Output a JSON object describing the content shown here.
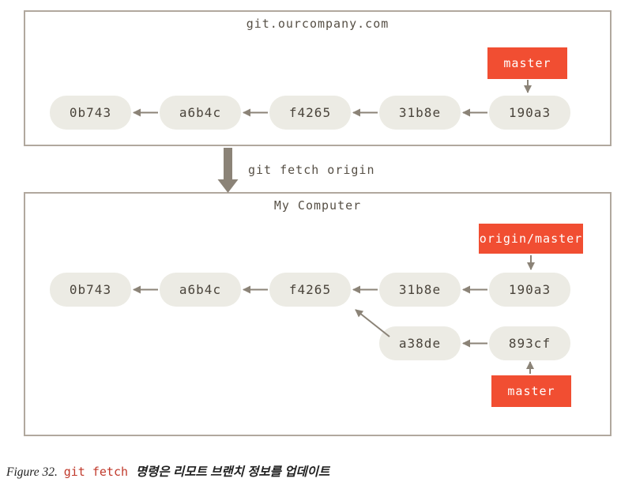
{
  "colors": {
    "accent": "#f14e32",
    "commit_fill": "#ecebe4",
    "commit_text": "#4a443b",
    "arrow": "#8b8377",
    "box_border": "#b1a89e",
    "title_text": "#564f45",
    "caption_code": "#c0392b",
    "caption_text": "#222222"
  },
  "remote_server": {
    "title": "git.ourcompany.com",
    "branch_label": "master",
    "commits": [
      "0b743",
      "a6b4c",
      "f4265",
      "31b8e",
      "190a3"
    ]
  },
  "transition": {
    "command": "git fetch origin"
  },
  "my_computer": {
    "title": "My Computer",
    "remote_branch_label": "origin/master",
    "branch_label": "master",
    "commits": [
      "0b743",
      "a6b4c",
      "f4265",
      "31b8e",
      "190a3"
    ],
    "diverged_commits": [
      "a38de",
      "893cf"
    ]
  },
  "caption": {
    "figure_label": "Figure 32.",
    "inline_code": "git fetch",
    "description": "명령은 리모트 브랜치 정보를 업데이트"
  }
}
